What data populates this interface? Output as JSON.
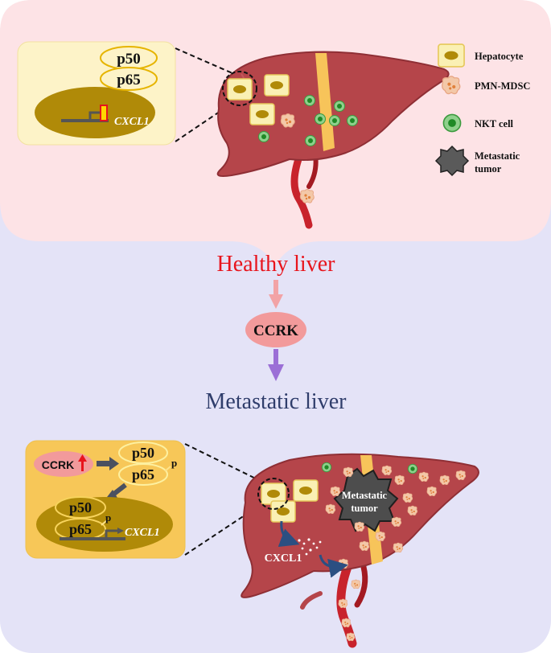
{
  "legend": {
    "items": [
      {
        "label": "Hepatocyte",
        "icon": "hepatocyte-icon"
      },
      {
        "label": "PMN-MDSC",
        "icon": "pmn-mdsc-icon"
      },
      {
        "label": "NKT cell",
        "icon": "nkt-cell-icon"
      },
      {
        "label": "Metastatic",
        "label2": "tumor",
        "icon": "metastatic-tumor-icon"
      }
    ]
  },
  "top_inset": {
    "p50": "p50",
    "p65": "p65",
    "gene": "CXCL1"
  },
  "transition": {
    "healthy_label": "Healthy liver",
    "ccrk_label": "CCRK",
    "metastatic_label": "Metastatic liver"
  },
  "bottom_inset": {
    "ccrk": "CCRK",
    "p50_cyto": "p50",
    "p65_cyto": "p65",
    "phospho_cyto": "p",
    "p50_nuc": "p50",
    "p65_nuc": "p65",
    "phospho_nuc": "p",
    "gene": "CXCL1"
  },
  "bottom_liver": {
    "tumor_line1": "Metastatic",
    "tumor_line2": "tumor",
    "cxcl1": "CXCL1"
  },
  "colors": {
    "top_bg": "#fde3e6",
    "bottom_bg": "#e4e3f7",
    "liver": "#b5454a",
    "liver_shade": "#8f2f35",
    "ligament": "#f7c45a",
    "vessel": "#c8232c",
    "hepatocyte": "#faf0b4",
    "nucleus": "#b08a08",
    "nkt": "#47b24a",
    "mdsc": "#f3c8a8",
    "tumor": "#5a5a5a",
    "healthy_text": "#e8141c",
    "metastatic_text": "#2f3d6b",
    "ccrk_fill": "#f29a9b",
    "arrow_pink": "#f2a3a6",
    "arrow_purple": "#9b6fd6",
    "inset_bg_top": "#fdf3c8",
    "inset_bg_bottom": "#f7c758"
  }
}
